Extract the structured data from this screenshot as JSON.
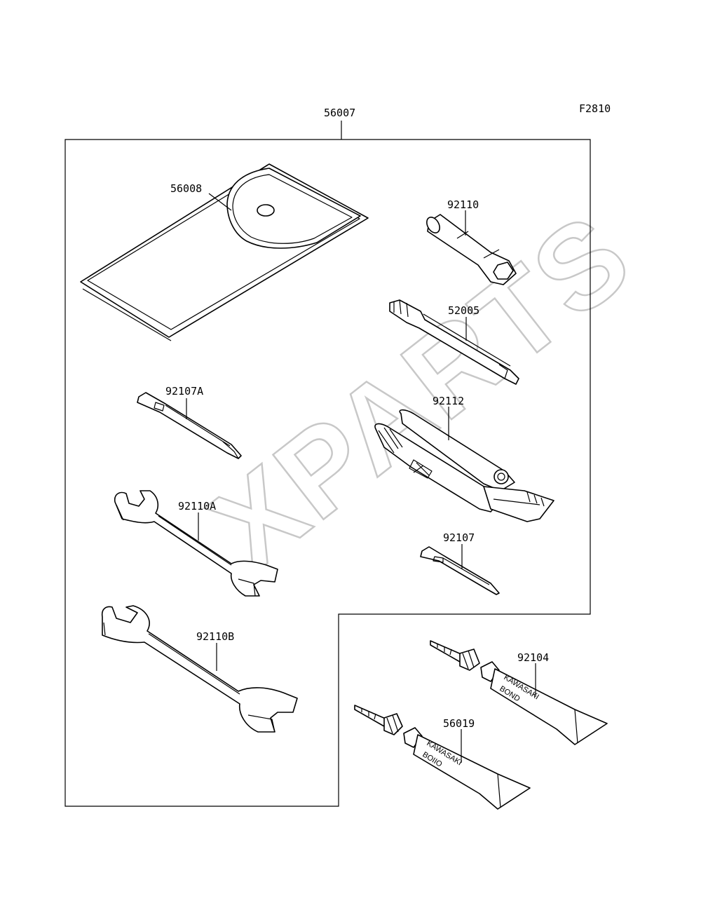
{
  "figure_code": "F2810",
  "watermark": "XPARTS",
  "parts": {
    "kit": "56007",
    "pouch": "56008",
    "spark_plug_wrench": "92110",
    "extension_bar": "52005",
    "screwdriver_a": "92107A",
    "pliers": "92112",
    "wrench_a": "92110A",
    "screwdriver": "92107",
    "wrench_b": "92110B",
    "bond_tube_1": "92104",
    "bond_tube_2": "56019"
  },
  "tube_text": {
    "tube1_line1": "KAWASAKI",
    "tube1_line2": "BOND",
    "tube2_line1": "KAWASAKI",
    "tube2_line2": "BOIIO"
  }
}
